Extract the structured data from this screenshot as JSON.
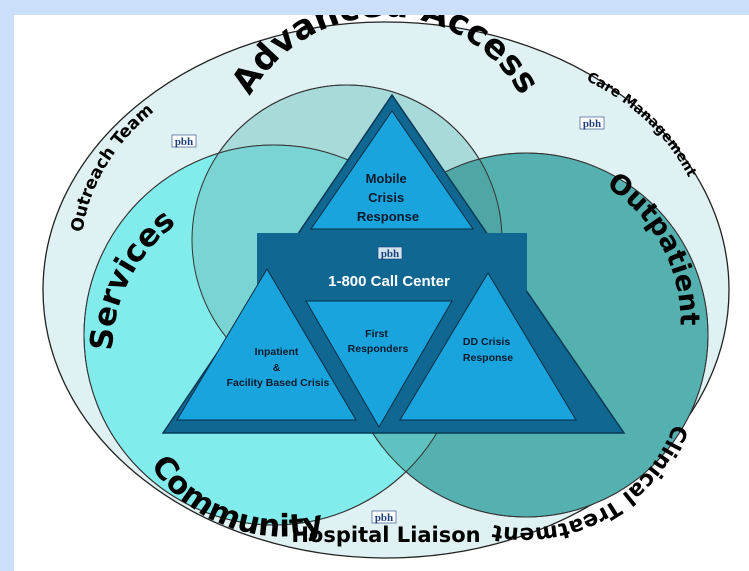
{
  "diagram": {
    "outer_ring_labels": {
      "top_left": "Outreach Team",
      "top_right": "Care Management",
      "bottom": "Hospital Liaison"
    },
    "circles": {
      "top": "Advanced Access",
      "left": "Community Services",
      "left_word1": "Community",
      "left_word2": "Services",
      "right": "Outpatient Clinical Treatment",
      "right_word1": "Outpatient",
      "right_word2": "Clinical Treatment"
    },
    "center_bar": "1-800 Call Center",
    "triangles": {
      "top": {
        "line1": "Mobile",
        "line2": "Crisis",
        "line3": "Response"
      },
      "left": {
        "line1": "Inpatient",
        "line2": "&",
        "line3": "Facility Based Crisis"
      },
      "middle": {
        "line1": "First",
        "line2": "Responders"
      },
      "right": {
        "line1": "DD Crisis",
        "line2": "Response"
      }
    },
    "logo_text": "pbh",
    "colors": {
      "page_frame": "#c9dffa",
      "outer_ellipse": "#dff1f2",
      "top_circle": "#a9dada",
      "left_circle": "#82ecec",
      "right_circle": "#54b1b0",
      "triangle_fill": "#19a4de",
      "triangle_frame": "#0f6792"
    }
  }
}
